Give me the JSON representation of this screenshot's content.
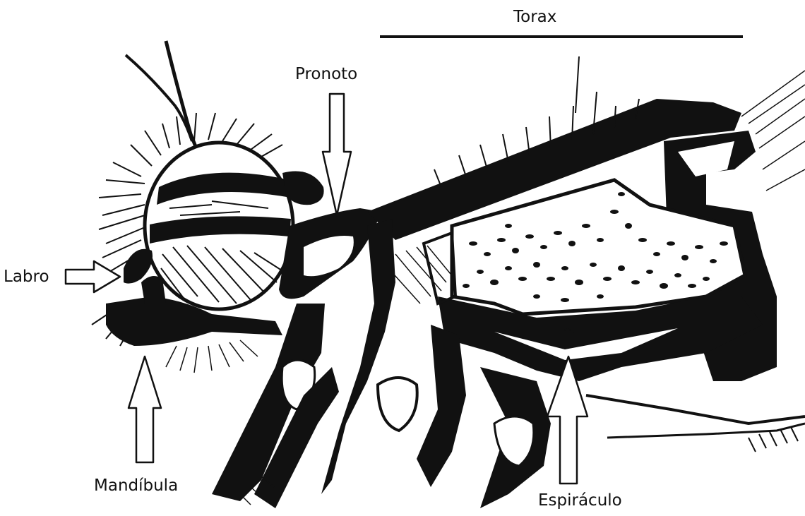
{
  "figure": {
    "labels": {
      "torax": "Torax",
      "pronoto": "Pronoto",
      "labro": "Labro",
      "mandibula": "Mandíbula",
      "espiraculo": "Espiráculo"
    },
    "colors": {
      "ink": "#111111",
      "paper": "#ffffff",
      "arrow_fill": "#ffffff",
      "arrow_stroke": "#111111"
    },
    "icons": [
      "insect-head-thorax-drawing",
      "arrow-icon"
    ]
  }
}
